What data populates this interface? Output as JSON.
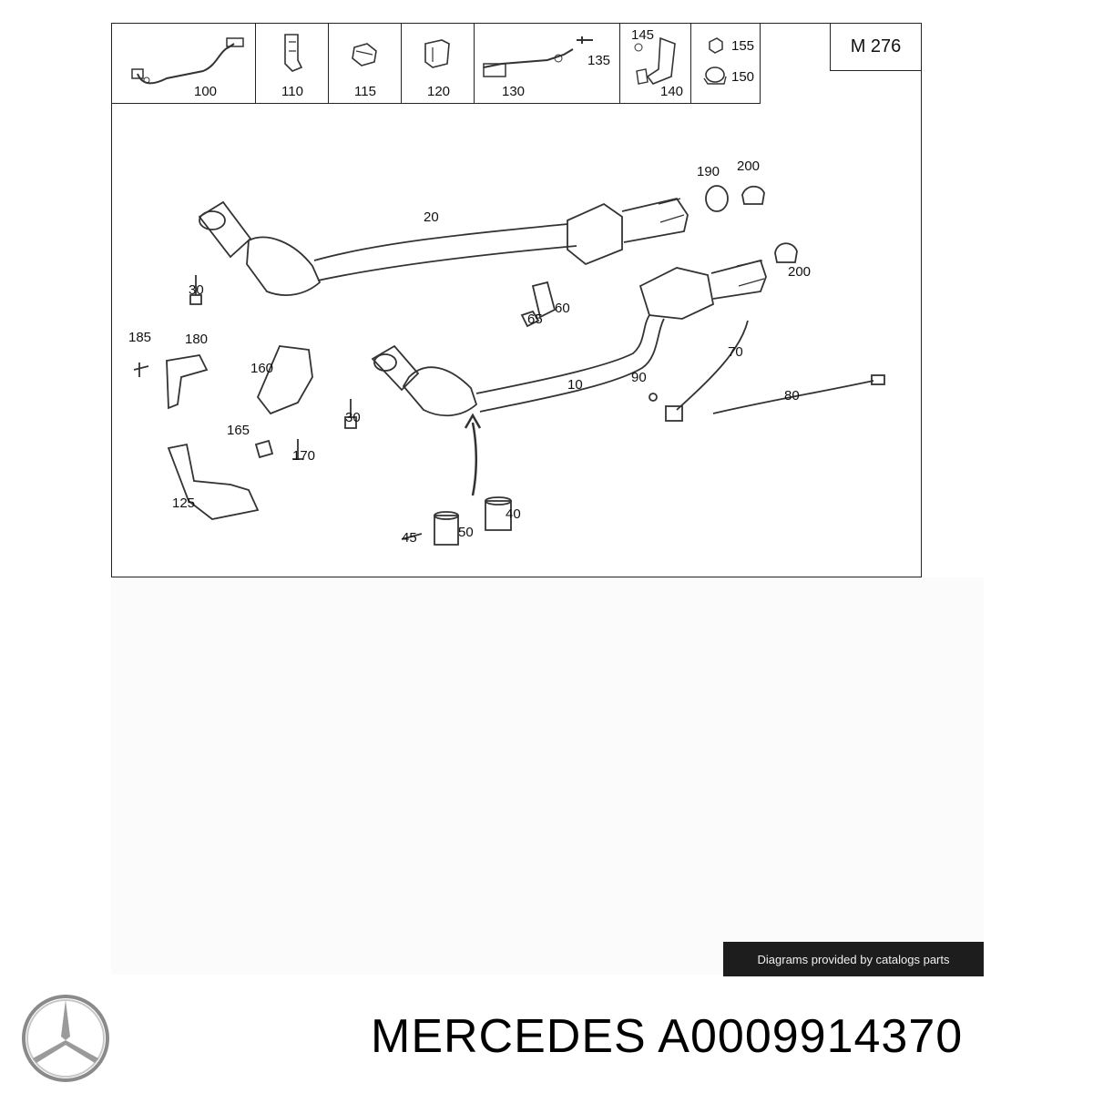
{
  "diagram": {
    "model_code": "M 276",
    "header_parts": [
      "100",
      "110",
      "115",
      "120",
      "130",
      "135",
      "145",
      "140",
      "155",
      "150"
    ],
    "callouts": [
      "20",
      "190",
      "200",
      "200",
      "30",
      "60",
      "65",
      "185",
      "180",
      "160",
      "70",
      "90",
      "10",
      "80",
      "30",
      "165",
      "170",
      "125",
      "40",
      "50",
      "45"
    ]
  },
  "footer": {
    "credit": "Diagrams provided by catalogs parts",
    "brand": "MERCEDES",
    "part_number": "A0009914370",
    "logo_icon": "mercedes-star-icon"
  }
}
